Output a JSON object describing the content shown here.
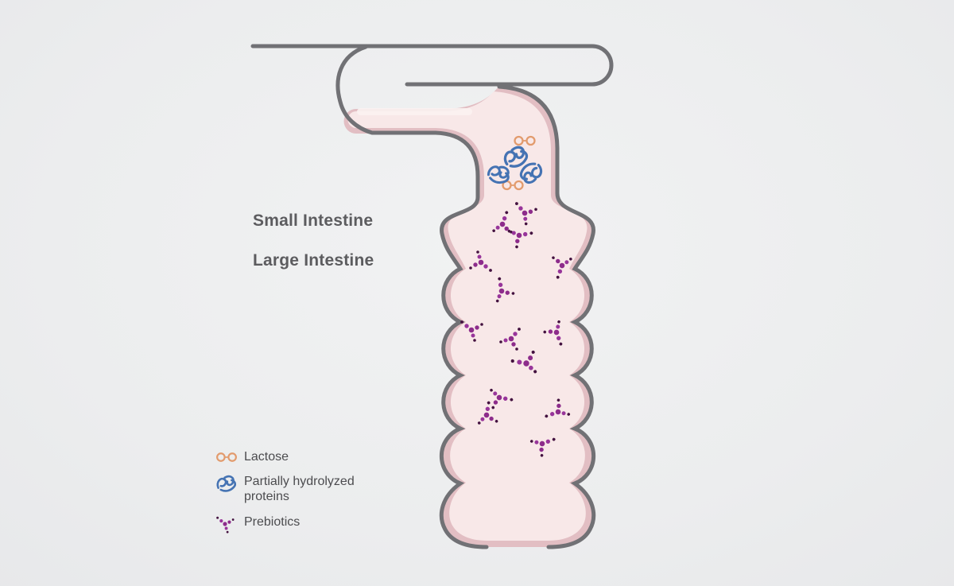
{
  "figure": {
    "type": "medical-illustration",
    "subject": "Digestive tract: small intestine emptying into large intestine",
    "labels": {
      "small_intestine": "Small Intestine",
      "large_intestine": "Large Intestine"
    },
    "legend": {
      "items": [
        {
          "id": "lactose",
          "label": "Lactose",
          "icon": "lactose-icon",
          "color": "#e29b6d"
        },
        {
          "id": "proteins",
          "label": "Partially hydrolyzed proteins",
          "icon": "protein-icon",
          "color": "#4573b3"
        },
        {
          "id": "prebiotics",
          "label": "Prebiotics",
          "icon": "prebiotic-icon",
          "color": "#8d2c8b"
        }
      ]
    },
    "colors": {
      "background": "#ecedee",
      "outline_gray": "#717175",
      "lumen_fill": "#f8e8e8",
      "lumen_border": "#e2bec3",
      "label_text": "#5c5c5f",
      "legend_text": "#4c4c4f",
      "lactose_orange": "#e29b6d",
      "protein_blue": "#4573b3",
      "prebiotic_purple": "#8d2c8b",
      "prebiotic_dark": "#43113f"
    },
    "molecule_counts": {
      "lactose_pairs": 2,
      "protein_clusters": 3,
      "prebiotic_clusters": 14
    }
  }
}
